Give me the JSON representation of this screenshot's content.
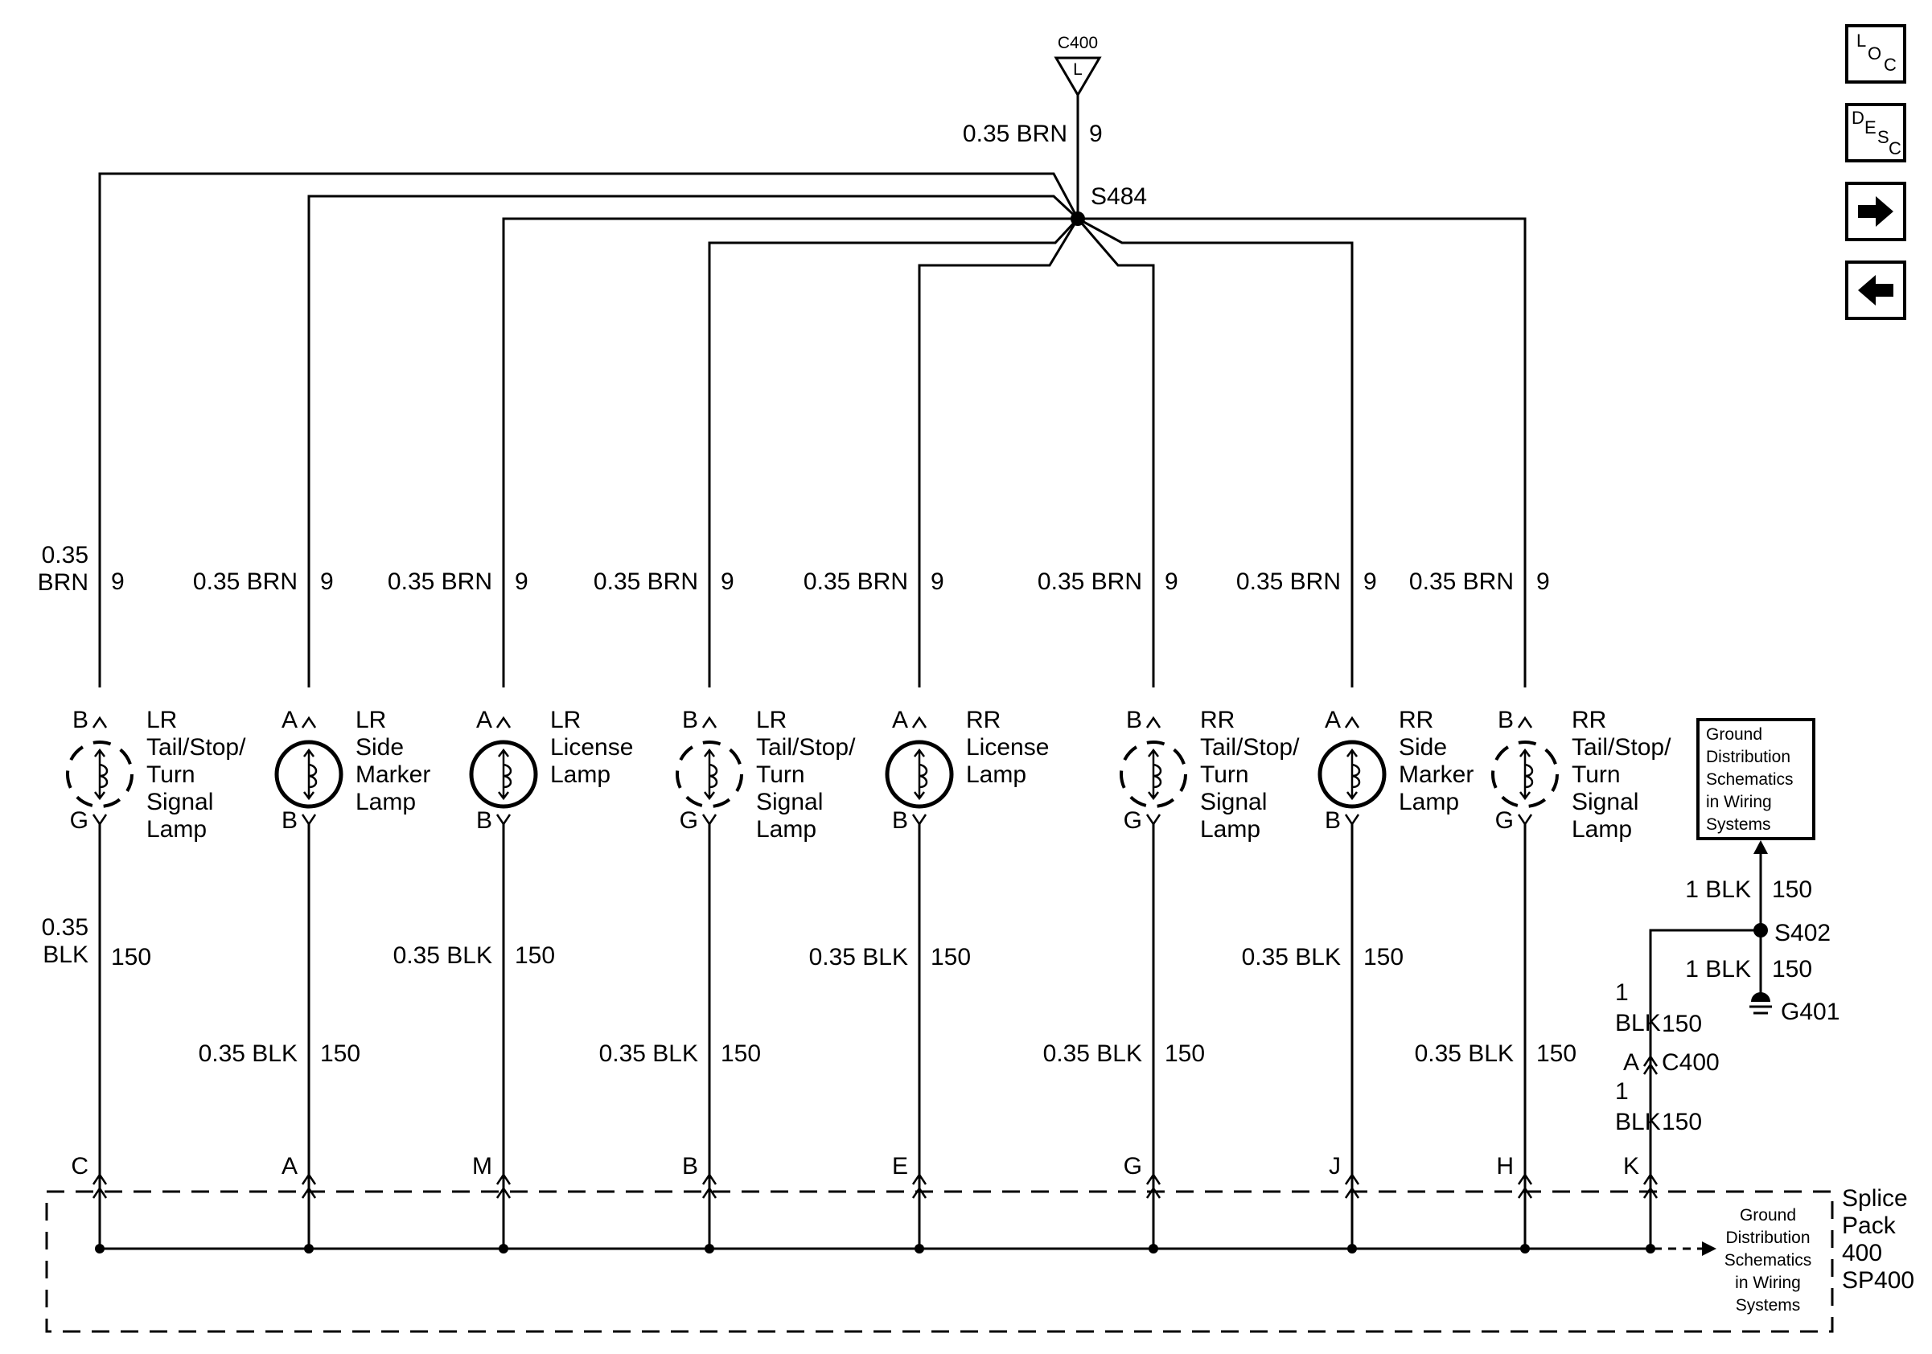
{
  "top": {
    "connector": "C400",
    "connector_pin": "L",
    "wire": "0.35 BRN",
    "circuit": "9",
    "splice": "S484"
  },
  "lamps": [
    {
      "pin_top": "B",
      "wire_top": "0.35\nBRN",
      "circuit_top": "9",
      "name": "LR\nTail/Stop/\nTurn\nSignal\nLamp",
      "style": "dashed",
      "pin_bottom": "G",
      "wire_bottom": "0.35\nBLK",
      "circuit_bottom": "150",
      "sp_pin": "C"
    },
    {
      "pin_top": "A",
      "wire_top": "0.35 BRN",
      "circuit_top": "9",
      "name": "LR\nSide\nMarker\nLamp",
      "style": "solid",
      "pin_bottom": "B",
      "wire_bottom": "0.35 BLK",
      "circuit_bottom": "150",
      "sp_pin": "A"
    },
    {
      "pin_top": "A",
      "wire_top": "0.35 BRN",
      "circuit_top": "9",
      "name": "LR\nLicense\nLamp",
      "style": "solid",
      "pin_bottom": "B",
      "wire_bottom": "0.35 BLK",
      "circuit_bottom": "150",
      "sp_pin": "M"
    },
    {
      "pin_top": "B",
      "wire_top": "0.35 BRN",
      "circuit_top": "9",
      "name": "LR\nTail/Stop/\nTurn\nSignal\nLamp",
      "style": "dashed",
      "pin_bottom": "G",
      "wire_bottom": "0.35 BLK",
      "circuit_bottom": "150",
      "sp_pin": "B"
    },
    {
      "pin_top": "A",
      "wire_top": "0.35 BRN",
      "circuit_top": "9",
      "name": "RR\nLicense\nLamp",
      "style": "solid",
      "pin_bottom": "B",
      "wire_bottom": "0.35 BLK",
      "circuit_bottom": "150",
      "sp_pin": "E"
    },
    {
      "pin_top": "B",
      "wire_top": "0.35 BRN",
      "circuit_top": "9",
      "name": "RR\nTail/Stop/\nTurn\nSignal\nLamp",
      "style": "dashed",
      "pin_bottom": "G",
      "wire_bottom": "0.35 BLK",
      "circuit_bottom": "150",
      "sp_pin": "G"
    },
    {
      "pin_top": "A",
      "wire_top": "0.35 BRN",
      "circuit_top": "9",
      "name": "RR\nSide\nMarker\nLamp",
      "style": "solid",
      "pin_bottom": "B",
      "wire_bottom": "0.35 BLK",
      "circuit_bottom": "150",
      "sp_pin": "J"
    },
    {
      "pin_top": "B",
      "wire_top": "0.35 BRN",
      "circuit_top": "9",
      "name": "RR\nTail/Stop/\nTurn\nSignal\nLamp",
      "style": "dashed",
      "pin_bottom": "G",
      "wire_bottom": "0.35 BLK",
      "circuit_bottom": "150",
      "sp_pin": "H"
    }
  ],
  "ground": {
    "box_text": "Ground\nDistribution\nSchematics\nin Wiring\nSystems",
    "wire_up": "1 BLK",
    "circuit_up": "150",
    "splice": "S402",
    "wire_down": "1 BLK",
    "circuit_down": "150",
    "ground_point": "G401",
    "wire_a": "1\nBLK",
    "circuit_a": "150",
    "connector_pin": "A",
    "connector": "C400",
    "wire_b": "1\nBLK",
    "circuit_b": "150",
    "sp_pin": "K"
  },
  "splice_pack": {
    "label": "Splice\nPack\n400\nSP400",
    "ref_text": "Ground\nDistribution\nSchematics\nin Wiring\nSystems"
  },
  "nav": {
    "loc": "LOC",
    "desc": "DESC",
    "forward": "forward-arrow",
    "back": "back-arrow"
  }
}
